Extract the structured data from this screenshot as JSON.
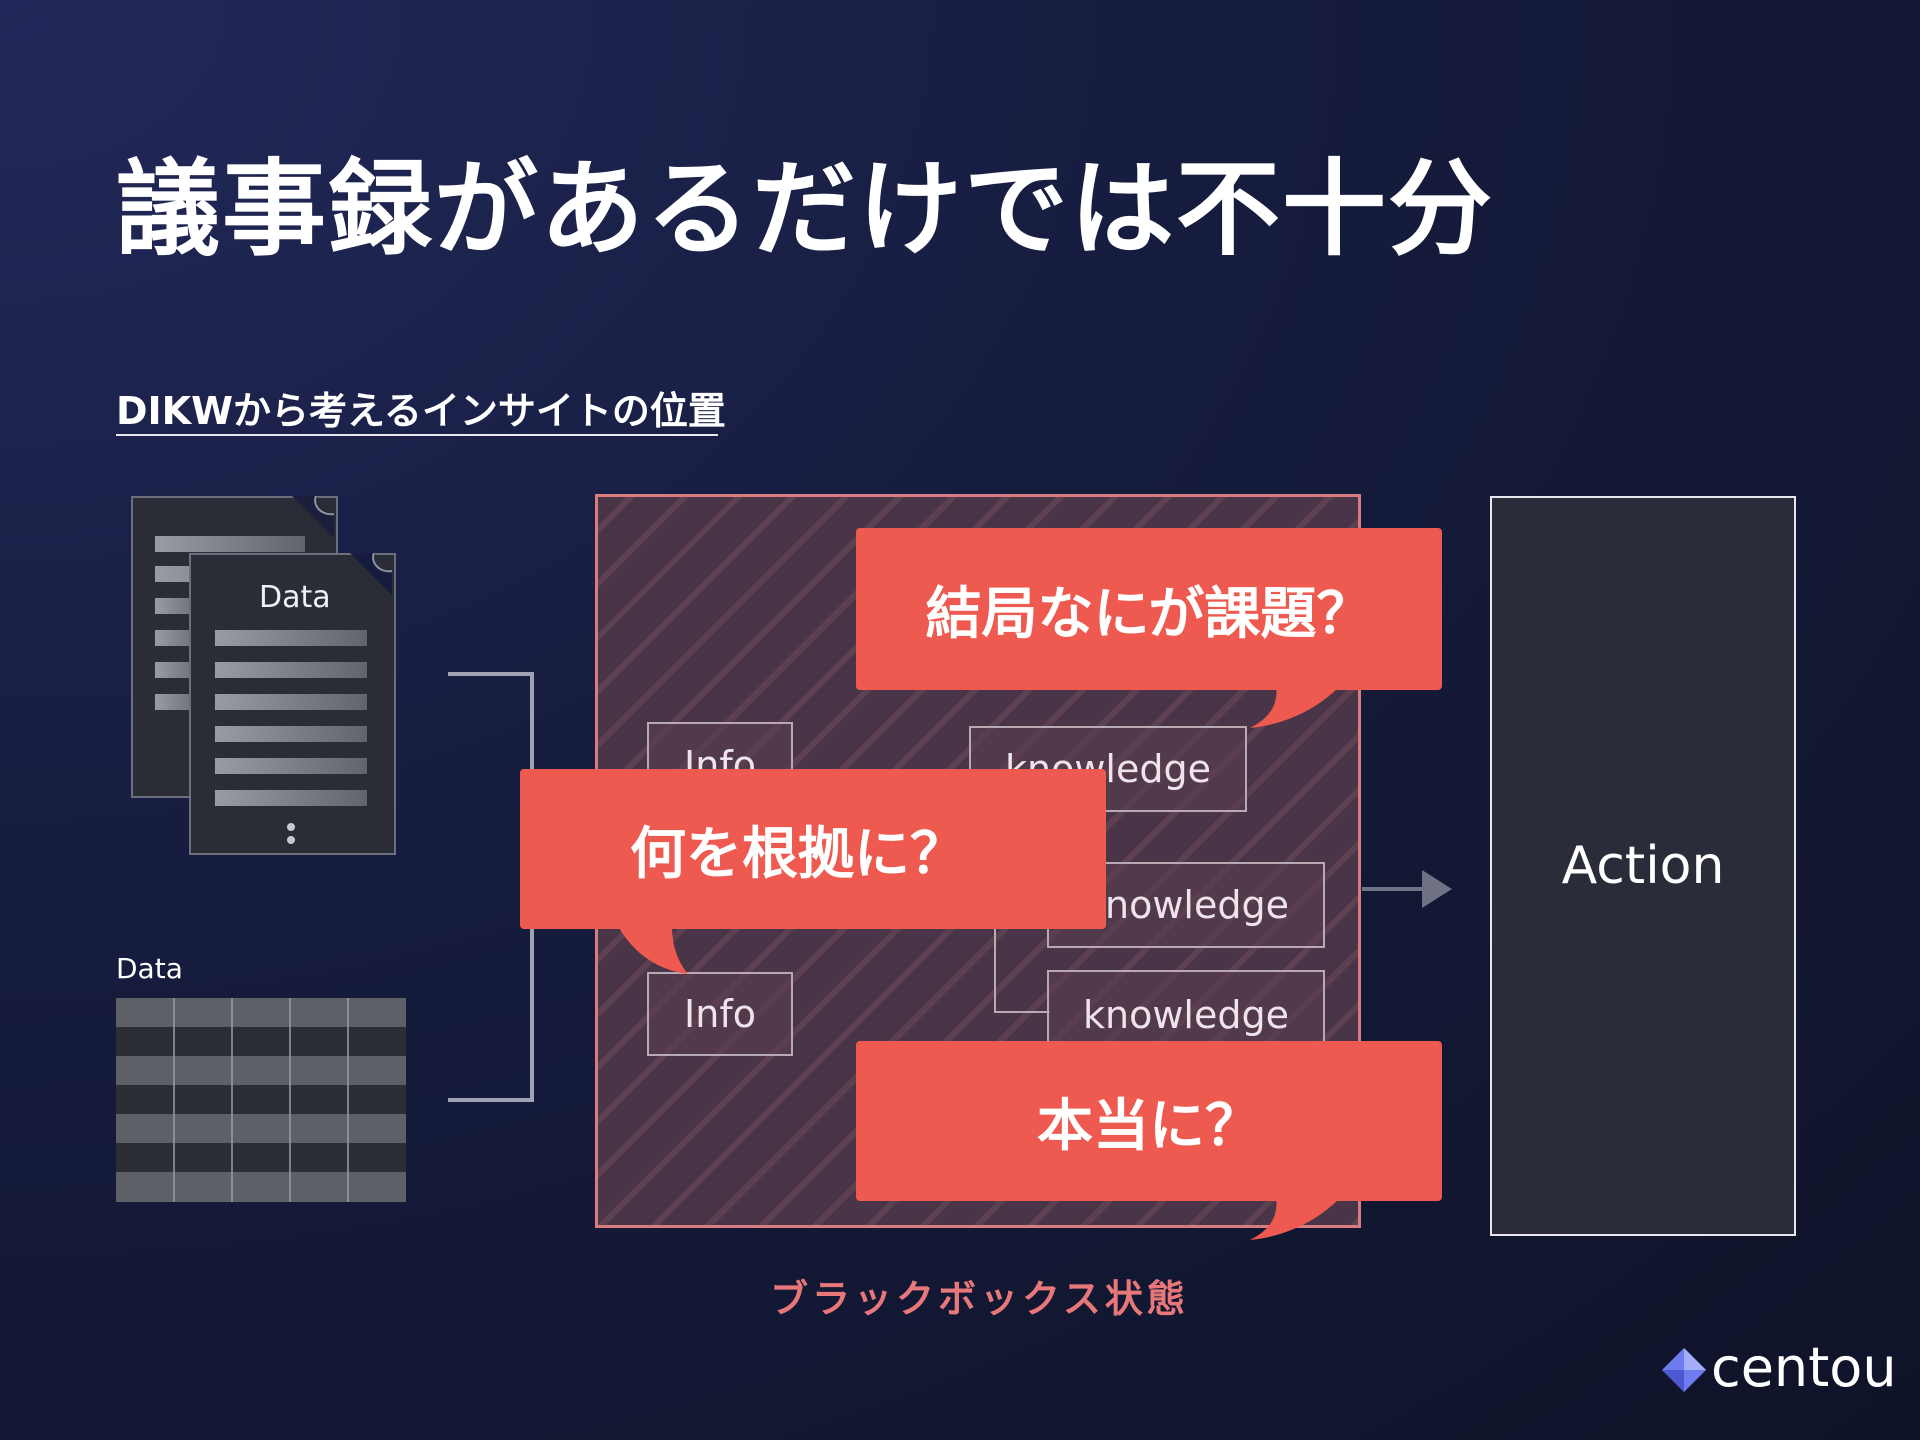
{
  "title": "議事録があるだけでは不十分",
  "subtitle": "DIKWから考えるインサイトの位置",
  "data_doc_label": "Data",
  "data_table_label": "Data",
  "nodes": {
    "info_top": "Info",
    "info_bottom": "Info",
    "knowledge_1": "knowledge",
    "knowledge_2": "knowledge",
    "knowledge_3": "knowledge"
  },
  "bubbles": {
    "issue": "結局なにが課題？",
    "basis": "何を根拠に？",
    "really": "本当に？"
  },
  "action_label": "Action",
  "blackbox_label": "ブラックボックス状態",
  "brand": "centou",
  "colors": {
    "accent_red": "#ef5a50",
    "blackbox_border": "#d97c80",
    "brand_icon": "#6f7cf0"
  }
}
